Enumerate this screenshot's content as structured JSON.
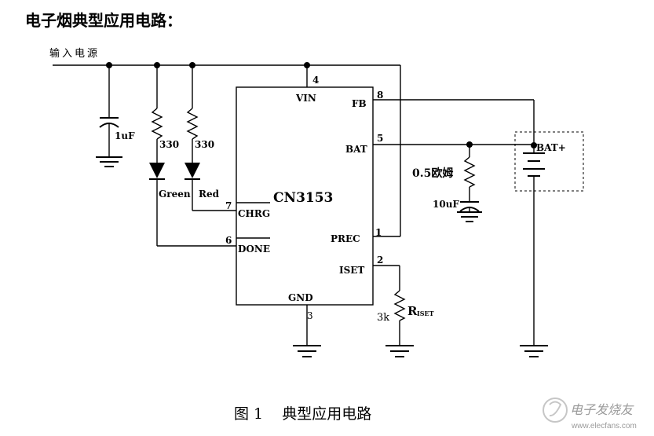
{
  "heading": "电子烟典型应用电路：",
  "input_label": "输入电源",
  "chip": {
    "name": "CN3153",
    "pins": {
      "vin": {
        "label": "VIN",
        "num": "4"
      },
      "fb": {
        "label": "FB",
        "num": "8"
      },
      "bat": {
        "label": "BAT",
        "num": "5"
      },
      "chrg": {
        "label": "CHRG",
        "num": "7"
      },
      "done": {
        "label": "DONE",
        "num": "6"
      },
      "prec": {
        "label": "PREC",
        "num": "1"
      },
      "iset": {
        "label": "ISET",
        "num": "2"
      },
      "gnd": {
        "label": "GND",
        "num": "3"
      }
    }
  },
  "components": {
    "c_in": "1uF",
    "r_green": "330",
    "r_red": "330",
    "led_green": "Green",
    "led_red": "Red",
    "r_bat": "0.5欧姆",
    "c_bat": "10uF",
    "r_iset_value": "3k",
    "r_iset_name": "R",
    "r_iset_sub": "ISET",
    "battery": "BAT+"
  },
  "caption": "图 1    典型应用电路",
  "watermark": {
    "brand": "电子发烧友",
    "url": "www.elecfans.com"
  }
}
